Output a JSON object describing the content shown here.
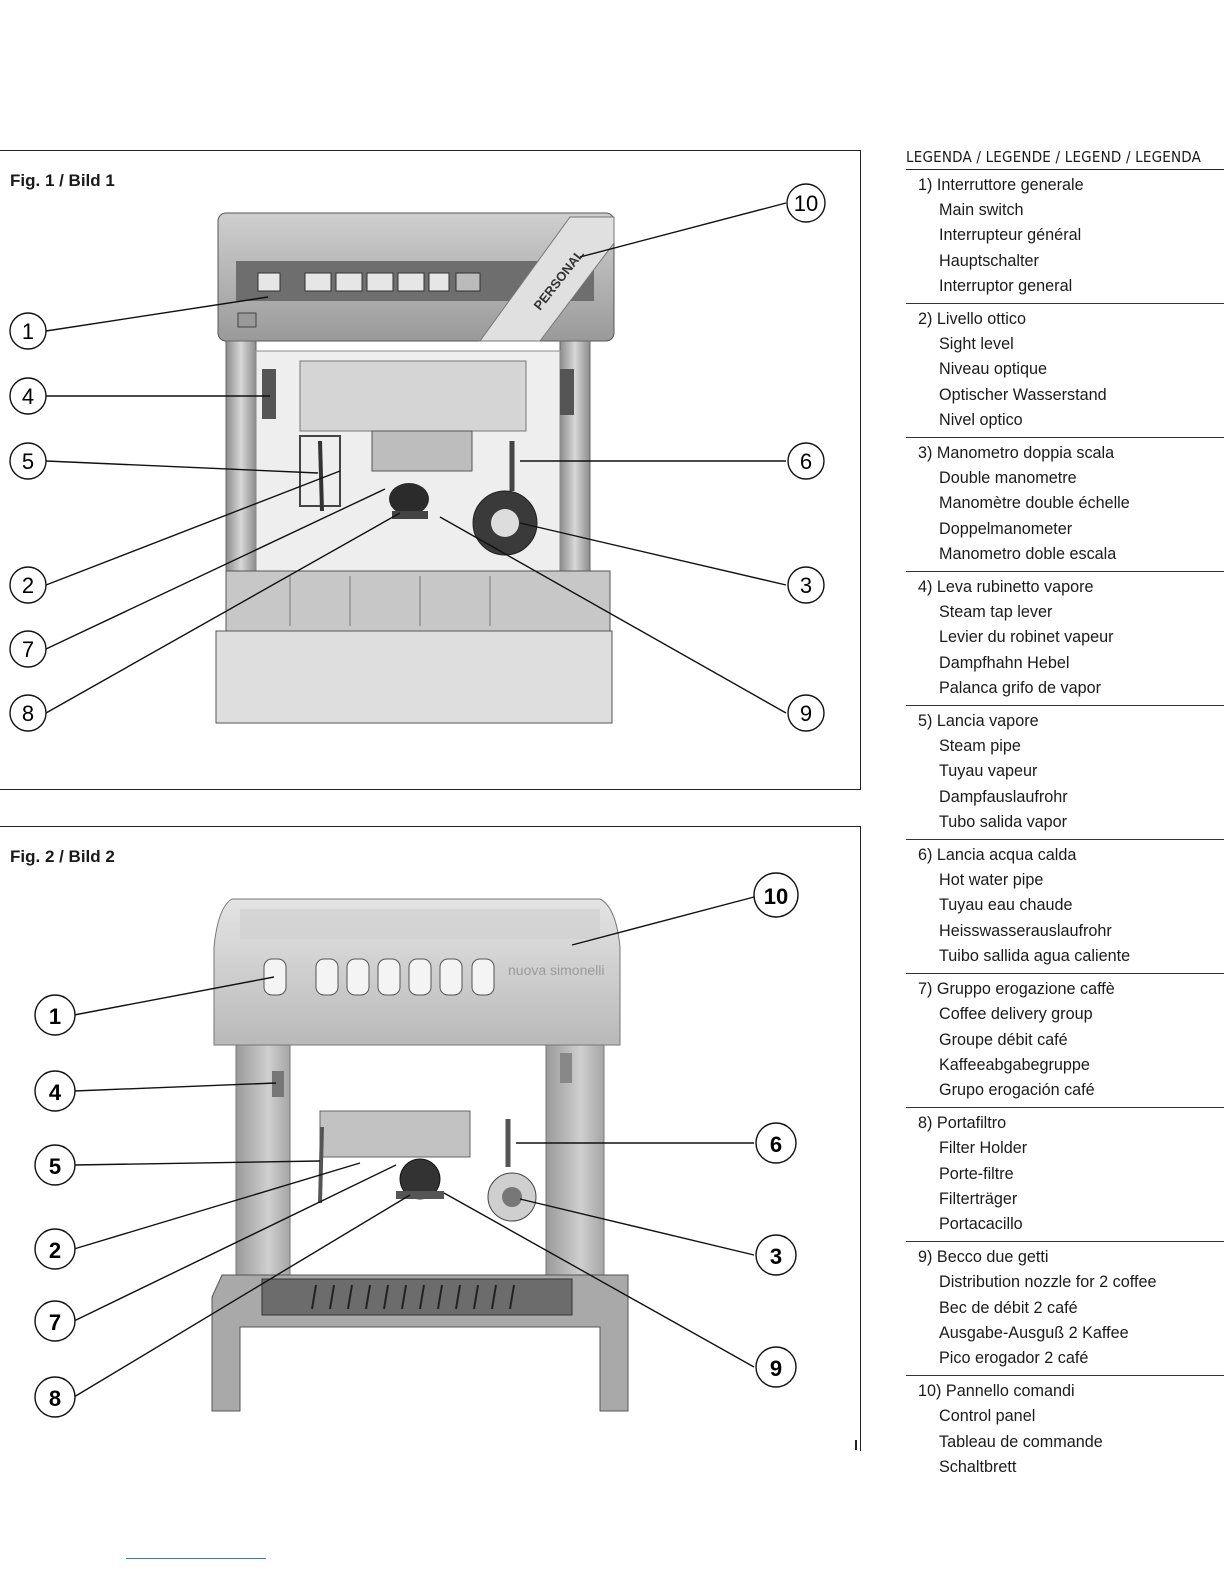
{
  "fig1": {
    "title": "Fig. 1 / Bild 1",
    "badge": "PERSONAL"
  },
  "fig2": {
    "title": "Fig. 2 / Bild 2",
    "brand": "nuova simonelli"
  },
  "callouts": [
    "1",
    "2",
    "3",
    "4",
    "5",
    "6",
    "7",
    "8",
    "9",
    "10"
  ],
  "legend": {
    "title": "LEGENDA / LEGENDE / LEGEND / LEGENDA",
    "entries": [
      {
        "head": "1) Interruttore generale",
        "lines": [
          "Main switch",
          "Interrupteur général",
          "Hauptschalter",
          "Interruptor general"
        ]
      },
      {
        "head": "2) Livello ottico",
        "lines": [
          "Sight level",
          "Niveau optique",
          "Optischer Wasserstand",
          "Nivel optico"
        ]
      },
      {
        "head": "3) Manometro doppia scala",
        "lines": [
          "Double manometre",
          "Manomètre double échelle",
          "Doppelmanometer",
          "Manometro doble escala"
        ]
      },
      {
        "head": "4) Leva rubinetto vapore",
        "lines": [
          "Steam tap lever",
          "Levier du robinet vapeur",
          "Dampfhahn Hebel",
          "Palanca grifo de vapor"
        ]
      },
      {
        "head": "5) Lancia vapore",
        "lines": [
          "Steam pipe",
          "Tuyau vapeur",
          "Dampfauslaufrohr",
          "Tubo salida vapor"
        ]
      },
      {
        "head": "6) Lancia acqua calda",
        "lines": [
          "Hot water pipe",
          "Tuyau eau chaude",
          "Heisswasserauslaufrohr",
          "Tuibo sallida agua caliente"
        ]
      },
      {
        "head": "7) Gruppo erogazione caffè",
        "lines": [
          "Coffee delivery group",
          "Groupe débit café",
          "Kaffeeabgabegruppe",
          "Grupo erogación café"
        ]
      },
      {
        "head": "8) Portafiltro",
        "lines": [
          "Filter Holder",
          "Porte-filtre",
          "Filterträger",
          "Portacacillo"
        ]
      },
      {
        "head": "9) Becco due getti",
        "lines": [
          "Distribution nozzle for 2 coffee",
          "Bec de débit 2 café",
          "Ausgabe-Ausguß 2 Kaffee",
          "Pico erogador 2 café"
        ]
      },
      {
        "head": "10) Pannello comandi",
        "lines": [
          "Control panel",
          "Tableau de commande",
          "Schaltbrett"
        ]
      }
    ]
  }
}
